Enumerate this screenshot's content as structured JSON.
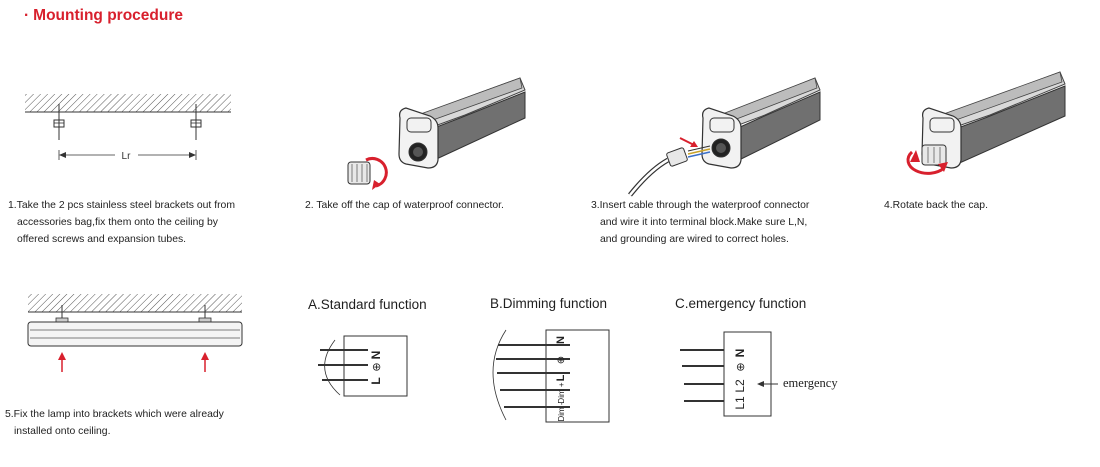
{
  "header": {
    "bullet": "·",
    "title": "Mounting procedure"
  },
  "dimension_label": "Lr",
  "steps": [
    {
      "line1": "1.Take the 2 pcs stainless steel brackets out from",
      "line2": "accessories bag,fix them onto the ceiling by",
      "line3": "offered screws and expansion tubes."
    },
    {
      "line1": "2. Take off the cap of waterproof connector."
    },
    {
      "line1": "3.Insert cable through the waterproof connector",
      "line2": "and wire it into terminal block.Make sure L,N,",
      "line3": "and grounding are wired to correct holes."
    },
    {
      "line1": "4.Rotate back the cap."
    },
    {
      "line1": "5.Fix the lamp into brackets which were already",
      "line2": "installed onto ceiling."
    }
  ],
  "functions": {
    "standard": {
      "title": "A.Standard function",
      "terminals": [
        "N",
        "⊕",
        "L"
      ]
    },
    "dimming": {
      "title": "B.Dimming function",
      "terminals": [
        "N",
        "⊕",
        "L",
        "Dim +",
        "Dim -"
      ]
    },
    "emergency": {
      "title": "C.emergency function",
      "terminals": [
        "N",
        "⊕",
        "L2",
        "L1"
      ],
      "label": "emergency"
    }
  },
  "colors": {
    "title": "#d8202d",
    "arrow": "#d8202d",
    "line": "#333333",
    "lamp_body": "#6e6e6e"
  }
}
